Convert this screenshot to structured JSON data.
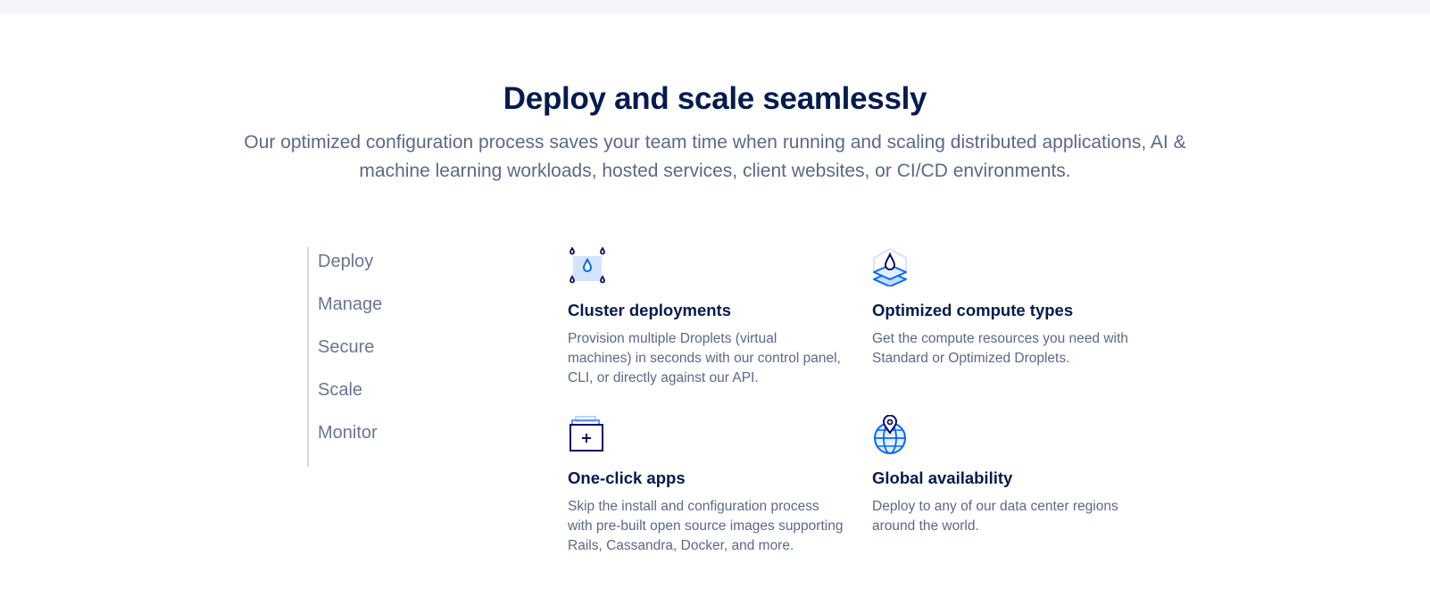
{
  "section": {
    "title": "Deploy and scale seamlessly",
    "subtitle": "Our optimized configuration process saves your team time when running and scaling distributed applications, AI & machine learning workloads, hosted services, client websites, or CI/CD environments."
  },
  "tabs": [
    {
      "label": "Deploy"
    },
    {
      "label": "Manage"
    },
    {
      "label": "Secure"
    },
    {
      "label": "Scale"
    },
    {
      "label": "Monitor"
    }
  ],
  "features": [
    {
      "icon": "cluster-droplets-icon",
      "title": "Cluster deployments",
      "description": "Provision multiple Droplets (virtual machines) in seconds with our control panel, CLI, or directly against our API."
    },
    {
      "icon": "compute-layers-icon",
      "title": "Optimized compute types",
      "description": "Get the compute resources you need with Standard or Optimized Droplets."
    },
    {
      "icon": "app-package-icon",
      "title": "One-click apps",
      "description": "Skip the install and configuration process with pre-built open source images supporting Rails, Cassandra, Docker, and more."
    },
    {
      "icon": "globe-location-icon",
      "title": "Global availability",
      "description": "Deploy to any of our data center regions around the world."
    }
  ],
  "colors": {
    "heading": "#031b4e",
    "body_text": "#5b6987",
    "tab_text": "#6a7591",
    "icon_navy": "#0b0b6b",
    "icon_blue": "#0069ff",
    "icon_light": "#c9dcff"
  }
}
